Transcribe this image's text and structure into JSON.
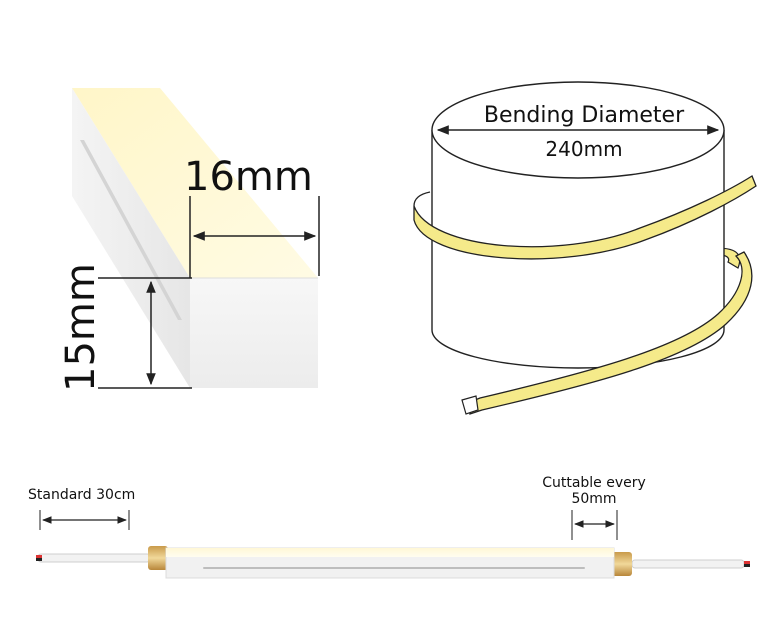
{
  "profile": {
    "width_label": "16mm",
    "height_label": "15mm"
  },
  "bending": {
    "title": "Bending Diameter",
    "value": "240mm"
  },
  "strip": {
    "standard_label": "Standard 30cm",
    "cut_label_line1": "Cuttable every",
    "cut_label_line2": "50mm"
  },
  "colors": {
    "led_yellow": "#f5ea8a",
    "led_glow": "#fffbe0",
    "outline": "#222222",
    "connector_gold": "#d9b56a"
  }
}
